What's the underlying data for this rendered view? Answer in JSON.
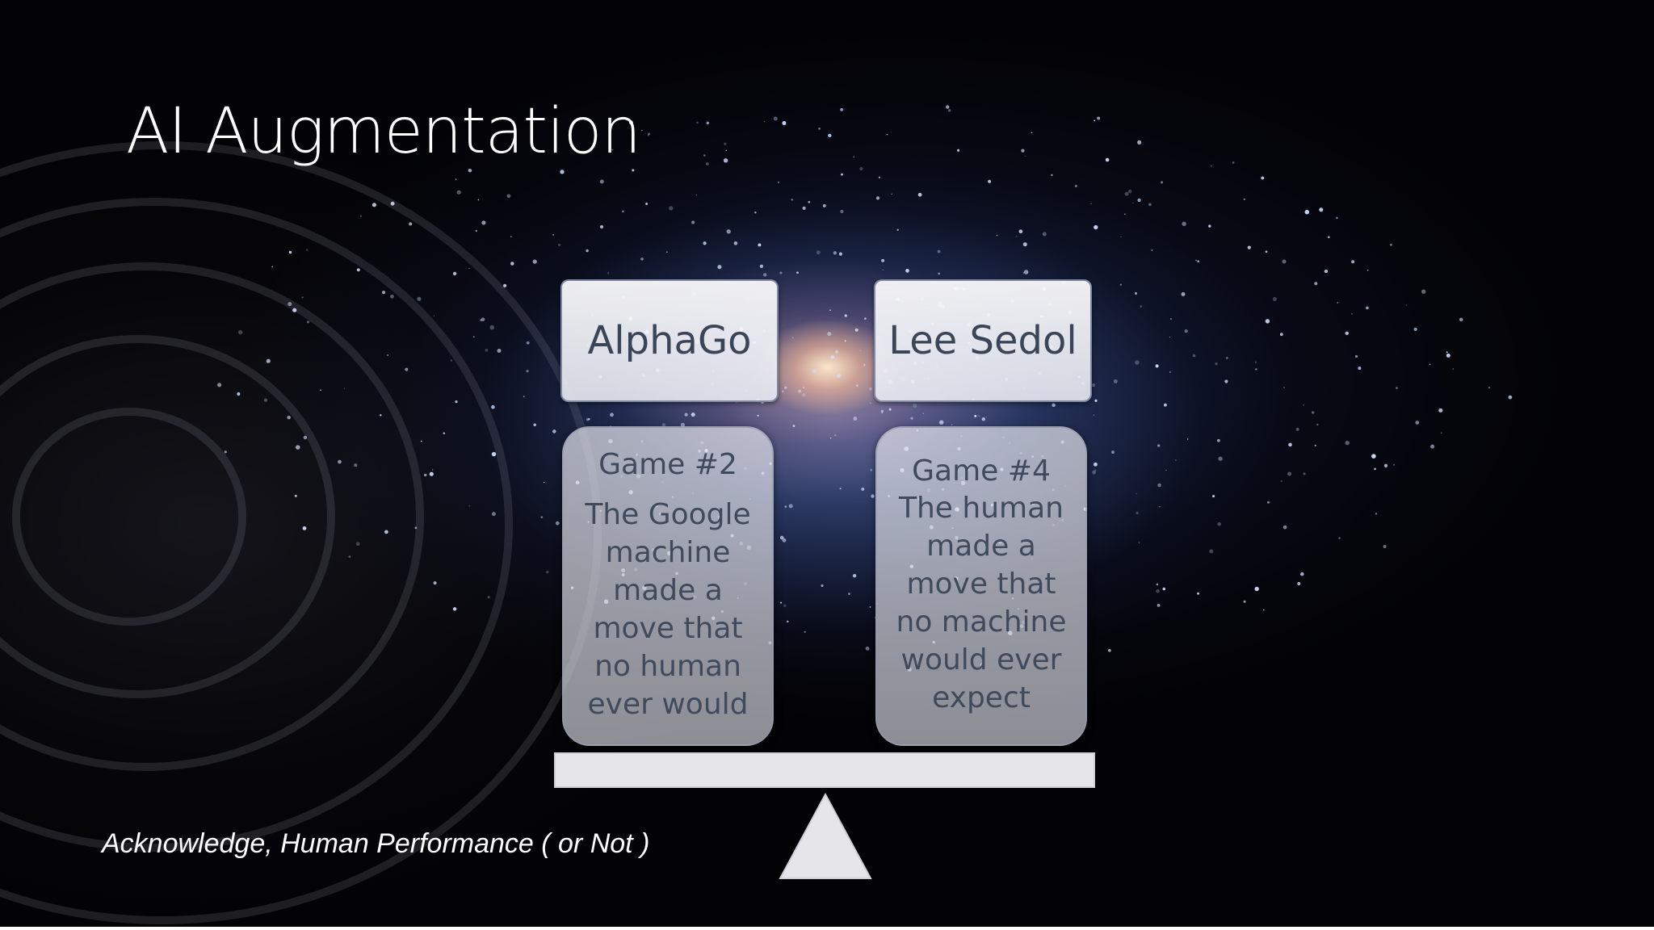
{
  "slide": {
    "title": "AI Augmentation",
    "footnote": "Acknowledge, Human Performance ( or Not )"
  },
  "scale": {
    "left": {
      "name": "AlphaGo",
      "game": "Game #2",
      "description": "The Google machine made a move that no human ever would"
    },
    "right": {
      "name": "Lee Sedol",
      "game": "Game #4",
      "description": "The human made a move that no machine would ever expect"
    }
  },
  "colors": {
    "title_text": "#ffffff",
    "box_text": "#3f4a5c",
    "beam": "#e6e6ea",
    "background": "#030306"
  }
}
